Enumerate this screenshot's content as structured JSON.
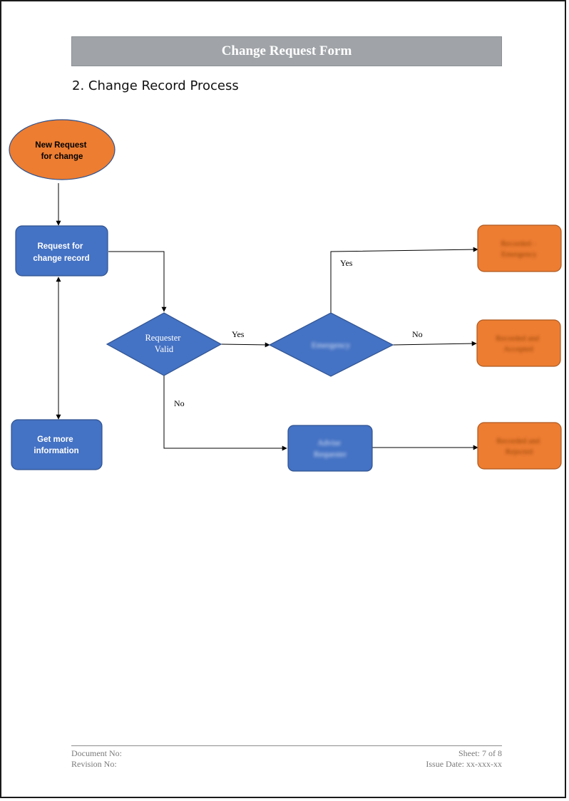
{
  "header": {
    "title": "Change Request Form"
  },
  "section": {
    "heading": "2. Change Record Process"
  },
  "flowchart": {
    "nodes": {
      "new_request": {
        "line1": "New Request",
        "line2": "for change"
      },
      "request_record": {
        "line1": "Request for",
        "line2": "change record"
      },
      "requester_valid": {
        "line1": "Requester",
        "line2": "Valid"
      },
      "emergency": {
        "line1": "Emergency"
      },
      "advise_requester": {
        "line1": "Advise",
        "line2": "Requester"
      },
      "get_more_info": {
        "line1": "Get more",
        "line2": "information"
      },
      "recorded_emergency": {
        "line1": "Recorded -",
        "line2": "Emergency"
      },
      "recorded_accepted": {
        "line1": "Recorded and",
        "line2": "Accepted"
      },
      "recorded_rejected": {
        "line1": "Recorded and",
        "line2": "Rejected"
      }
    },
    "edge_labels": {
      "valid_yes": "Yes",
      "valid_no": "No",
      "emergency_yes": "Yes",
      "emergency_no": "No"
    },
    "colors": {
      "blue_fill": "#4472c4",
      "blue_stroke": "#2f528f",
      "orange_fill": "#ed7d31",
      "orange_stroke": "#ae5a21"
    }
  },
  "footer": {
    "document_no": "Document No:",
    "revision_no": "Revision No:",
    "sheet": "Sheet: 7 of 8",
    "issue_date": "Issue Date: xx-xxx-xx"
  }
}
